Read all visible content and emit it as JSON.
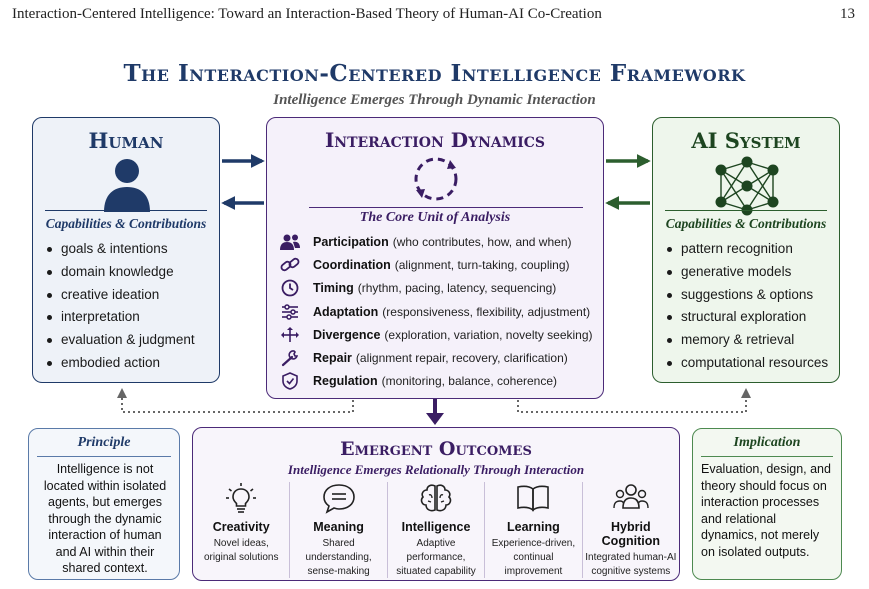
{
  "running_header": {
    "title": "Interaction-Centered Intelligence: Toward an Interaction-Based Theory of Human-AI Co-Creation",
    "page_number": "13"
  },
  "figure": {
    "title": "The Interaction-Centered Intelligence Framework",
    "subtitle": "Intelligence Emerges Through Dynamic Interaction"
  },
  "human": {
    "title": "Human",
    "section_title": "Capabilities & Contributions",
    "items": [
      "goals & intentions",
      "domain knowledge",
      "creative ideation",
      "interpretation",
      "evaluation & judgment",
      "embodied action"
    ],
    "icon": "person-icon",
    "color": "#1f3a68"
  },
  "ai": {
    "title": "AI System",
    "section_title": "Capabilities & Contributions",
    "items": [
      "pattern recognition",
      "generative models",
      "suggestions & options",
      "structural exploration",
      "memory & retrieval",
      "computational resources"
    ],
    "icon": "neural-network-icon",
    "color": "#2c5e2e"
  },
  "dynamics": {
    "title": "Interaction Dynamics",
    "section_title": "The Core Unit of Analysis",
    "icon": "dashed-cycle-icon",
    "color": "#4b2a78",
    "items": [
      {
        "name": "Participation",
        "desc": "(who contributes, how, and when)",
        "icon": "people-icon"
      },
      {
        "name": "Coordination",
        "desc": "(alignment, turn-taking, coupling)",
        "icon": "link-icon"
      },
      {
        "name": "Timing",
        "desc": "(rhythm, pacing, latency, sequencing)",
        "icon": "clock-icon"
      },
      {
        "name": "Adaptation",
        "desc": "(responsiveness, flexibility, adjustment)",
        "icon": "sliders-icon"
      },
      {
        "name": "Divergence",
        "desc": "(exploration, variation, novelty seeking)",
        "icon": "arrows-icon"
      },
      {
        "name": "Repair",
        "desc": "(alignment repair, recovery, clarification)",
        "icon": "wrench-icon"
      },
      {
        "name": "Regulation",
        "desc": "(monitoring, balance, coherence)",
        "icon": "shield-icon"
      }
    ]
  },
  "emergent": {
    "title": "Emergent Outcomes",
    "subtitle": "Intelligence Emerges Relationally Through Interaction",
    "items": [
      {
        "name": "Creativity",
        "desc1": "Novel ideas,",
        "desc2": "original solutions",
        "icon": "lightbulb-icon"
      },
      {
        "name": "Meaning",
        "desc1": "Shared understanding,",
        "desc2": "sense-making",
        "icon": "chat-bubble-icon"
      },
      {
        "name": "Intelligence",
        "desc1": "Adaptive performance,",
        "desc2": "situated capability",
        "icon": "brain-icon"
      },
      {
        "name": "Learning",
        "desc1": "Experience-driven,",
        "desc2": "continual improvement",
        "icon": "book-icon"
      },
      {
        "name": "Hybrid Cognition",
        "desc1": "Integrated human-AI",
        "desc2": "cognitive systems",
        "icon": "group-icon"
      }
    ]
  },
  "principle": {
    "title": "Principle",
    "text": "Intelligence is not located within isolated agents, but emerges through the dynamic interaction of human and AI within their shared context."
  },
  "implication": {
    "title": "Implication",
    "text": "Evaluation, design, and theory should focus on interaction processes and relational dynamics, not merely on isolated outputs."
  }
}
